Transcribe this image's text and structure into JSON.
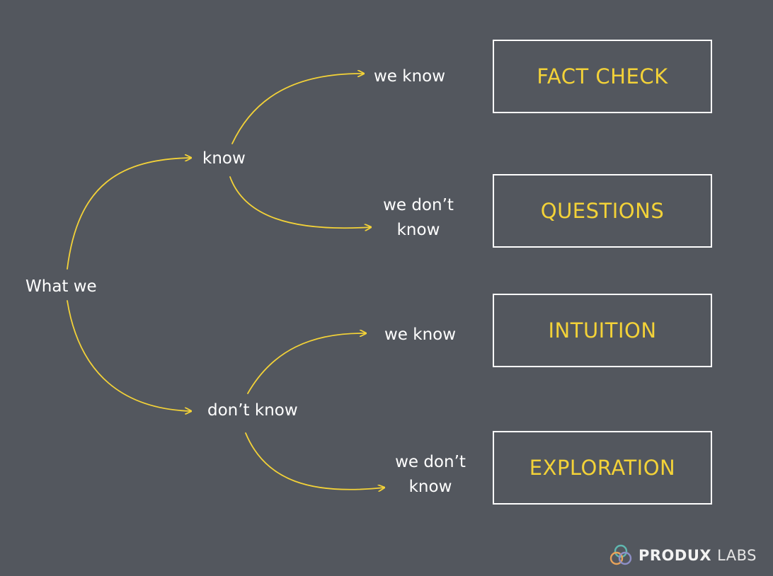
{
  "root": {
    "label": "What we"
  },
  "level1": {
    "know": "know",
    "dont_know": "don’t know"
  },
  "leaves": {
    "know_we_know": "we know",
    "know_we_dont_line1": "we don’t",
    "know_we_dont_line2": "know",
    "dont_we_know": "we know",
    "dont_we_dont_line1": "we don’t",
    "dont_we_dont_line2": "know"
  },
  "outcomes": [
    "FACT CHECK",
    "QUESTIONS",
    "INTUITION",
    "EXPLORATION"
  ],
  "brand": {
    "name_bold": "PRODUX",
    "name_light": "LABS",
    "logo_icon": "three-rings-logo-icon"
  },
  "colors": {
    "background": "#53575e",
    "arrow": "#f3d238",
    "outcome_text": "#f3d238",
    "text": "#ffffff"
  }
}
